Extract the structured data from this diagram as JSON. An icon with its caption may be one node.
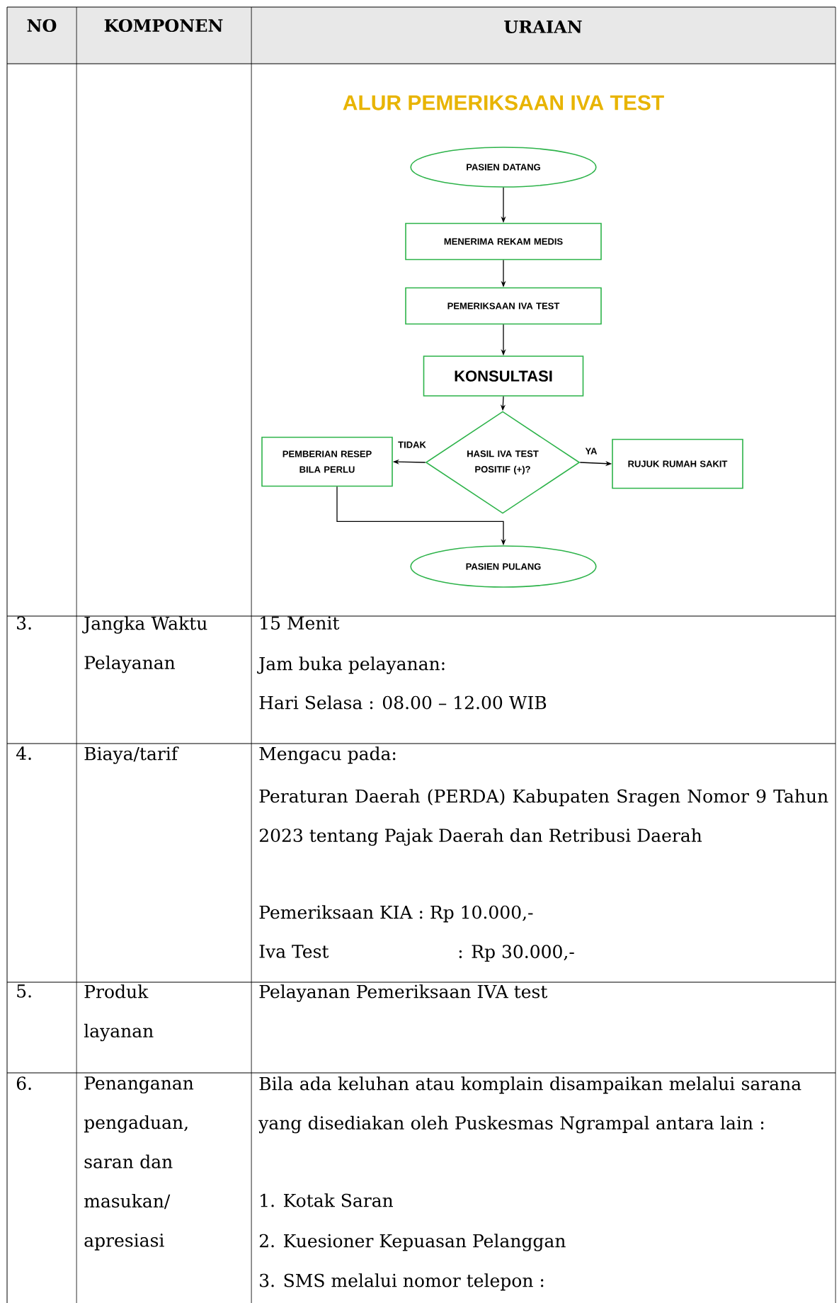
{
  "diagram": {
    "title": "ALUR PEMERIKSAAN IVA TEST",
    "nodes": [
      {
        "text": [
          "PASIEN DATANG"
        ]
      },
      {
        "text": [
          "MENERIMA REKAM MEDIS"
        ]
      },
      {
        "text": [
          "PEMERIKSAAN IVA TEST"
        ]
      },
      {
        "text": [
          "KONSULTASI"
        ]
      },
      {
        "text": [
          "HASIL IVA TEST POSITIF (+)?"
        ]
      },
      {
        "text": [
          "PEMBERIAN RESEP BILA PERLU"
        ]
      },
      {
        "text": [
          "RUJUK RUMAH SAKIT"
        ]
      },
      {
        "text": [
          "PASIEN PULANG"
        ]
      }
    ],
    "edges": [
      {
        "from": 0,
        "to": 1,
        "arrow": "to"
      },
      {
        "from": 1,
        "to": 2,
        "arrow": "to"
      },
      {
        "from": 2,
        "to": 3,
        "arrow": "to"
      },
      {
        "from": 3,
        "to": 4,
        "arrow": "to"
      },
      {
        "from": 4,
        "to": 5,
        "arrow": "to",
        "label": "TIDAK"
      },
      {
        "from": 4,
        "to": 6,
        "arrow": "to",
        "label": "YA"
      },
      {
        "from": 5,
        "to": 7,
        "arrow": "to"
      }
    ],
    "labels": [
      "NO",
      "KOMPONEN",
      "URAIAN",
      "3.",
      "Jangka Waktu Pelayanan",
      "15 Menit",
      "Jam buka pelayanan:",
      "Hari Selasa : 08.00 – 12.00 WIB",
      "4.",
      "Biaya/tarif",
      "Mengacu pada:",
      "Peraturan Daerah (PERDA) Kabupaten Sragen Nomor 9 Tahun 2023 tentang Pajak Daerah dan Retribusi Daerah",
      "Pemeriksaan KIA : Rp 10.000,-",
      "Iva Test",
      ": Rp 30.000,-",
      "5.",
      "Produk layanan",
      "Pelayanan Pemeriksaan IVA test",
      "6.",
      "Penanganan pengaduan, saran dan masukan/ apresiasi",
      "Bila ada keluhan atau komplain disampaikan melalui sarana yang disediakan oleh Puskesmas Ngrampal antara lain :",
      "1. Kotak Saran",
      "2. Kuesioner Kepuasan Pelanggan",
      "3. SMS melalui nomor telepon :"
    ]
  }
}
